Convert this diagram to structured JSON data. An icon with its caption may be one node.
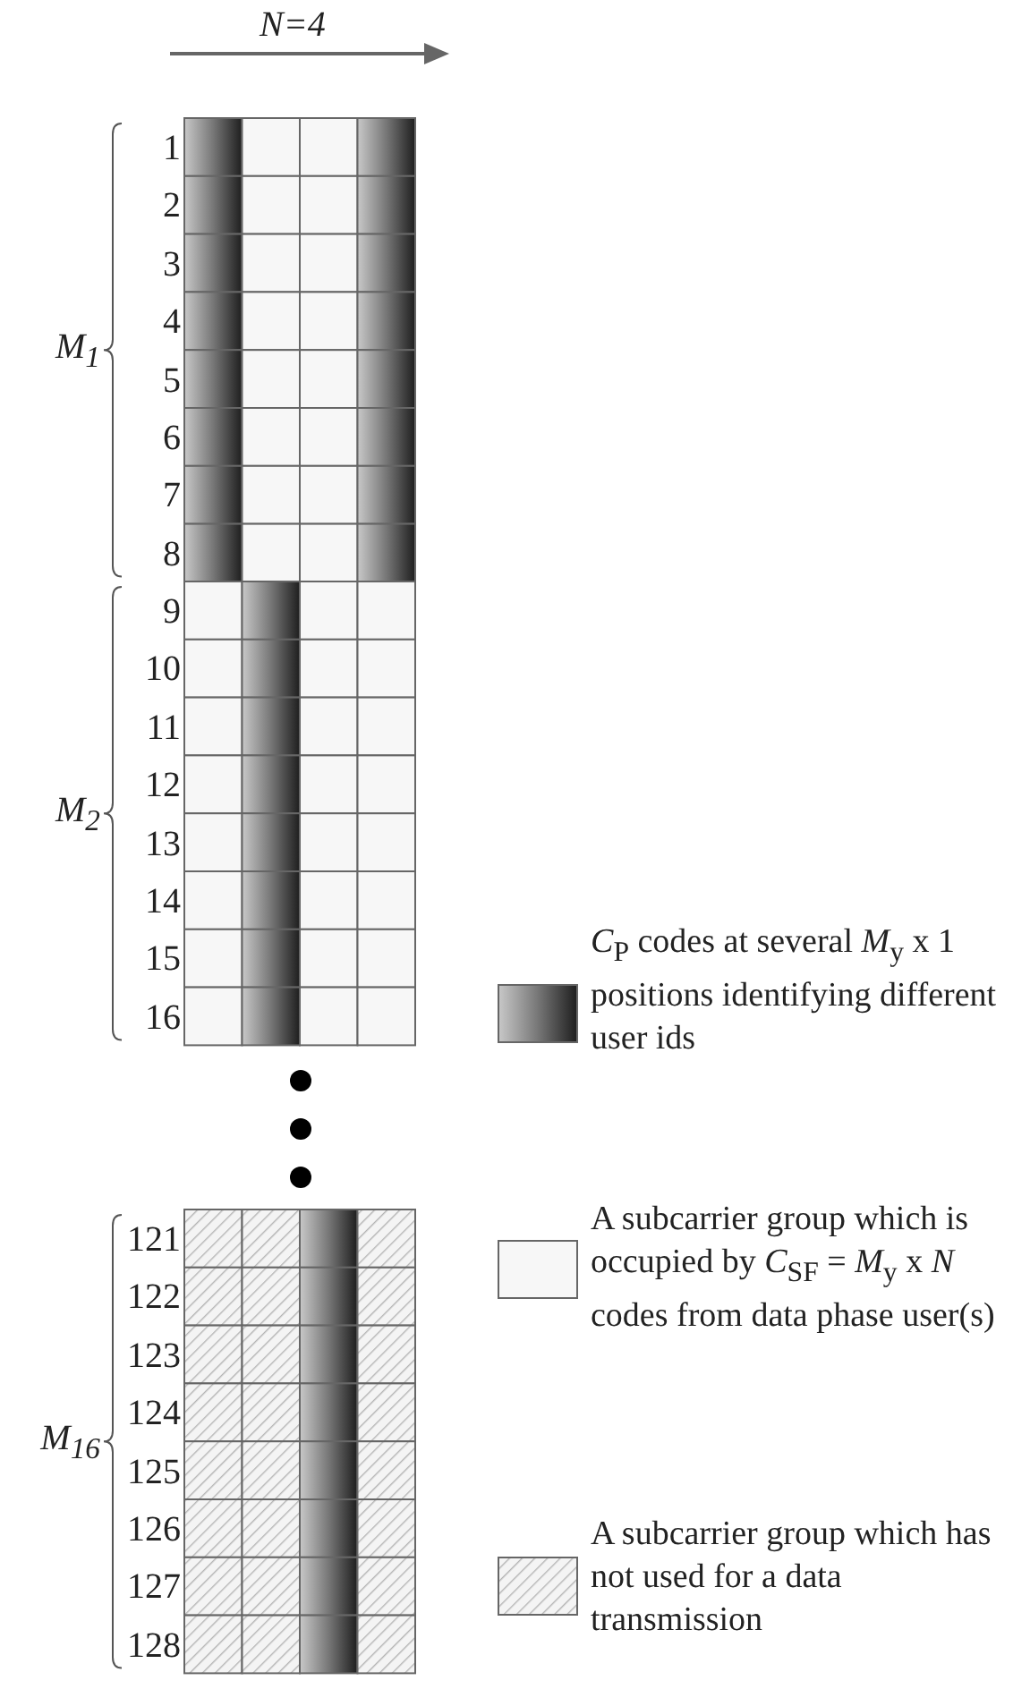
{
  "diagram": {
    "labels": [
      "N=4",
      "1",
      "2",
      "3",
      "4",
      "5",
      "6",
      "7",
      "8",
      "M$_{1}$",
      "9",
      "10",
      "11",
      "12",
      "13",
      "14",
      "15",
      "16",
      "M$_{2}$",
      "121",
      "122",
      "123",
      "124",
      "125",
      "126",
      "127",
      "128",
      "M$_{16}$"
    ],
    "legend": [
      {
        "text": "*C*$_{P}$ codes at several *M*$_{y}$ x 1 positions identifying different user ids"
      },
      {
        "text": "A subcarrier group which is occupied by *C*$_{SF}$ = *M*$_{y}$ x *N* codes from data phase user(s)"
      },
      {
        "text": "A subcarrier group which has not used for a data transmission"
      }
    ]
  }
}
